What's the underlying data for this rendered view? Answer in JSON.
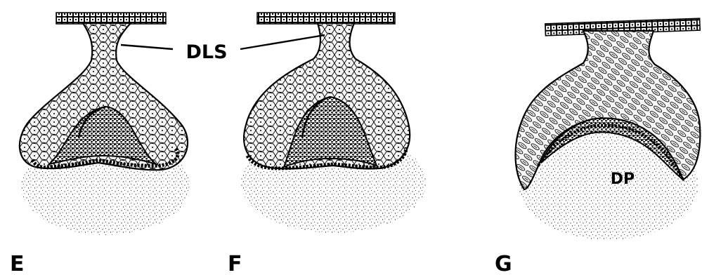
{
  "panels": [
    {
      "letter": "E"
    },
    {
      "letter": "F"
    },
    {
      "letter": "G"
    }
  ],
  "labels": {
    "dls": "DLS",
    "dp": "DP"
  },
  "colors": {
    "ink": "#000000",
    "paper": "#ffffff",
    "cell_fill": "#f4f4f4",
    "dense": "#1a1a1a"
  }
}
